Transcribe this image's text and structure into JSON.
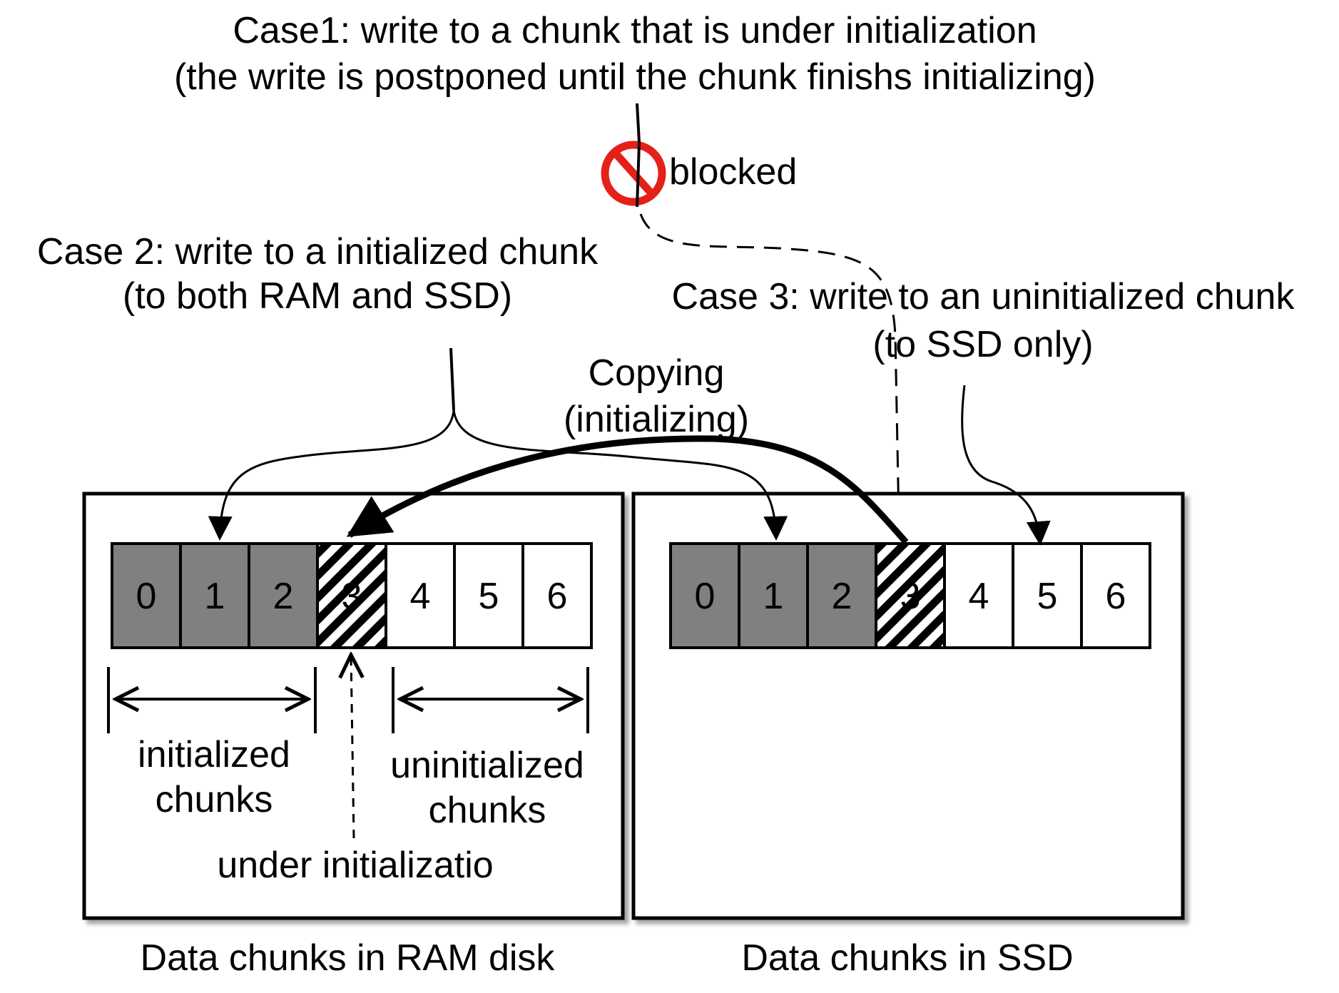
{
  "case1": {
    "line1": "Case1: write to a chunk that is under initialization",
    "line2": "(the write is postponed until the chunk finishs initializing)"
  },
  "blocked": {
    "label": "blocked",
    "icon": "no-entry-icon",
    "icon_color": "#e32119"
  },
  "case2": {
    "line1": "Case 2: write to a initialized chunk",
    "line2": "(to both RAM and SSD)"
  },
  "case3": {
    "line1": "Case 3: write to an uninitialized chunk",
    "line2": "(to SSD only)"
  },
  "copying": {
    "line1": "Copying",
    "line2": "(initializing)"
  },
  "ram_disk": {
    "caption": "Data chunks in RAM disk",
    "chunks": [
      {
        "label": "0",
        "state": "initialized"
      },
      {
        "label": "1",
        "state": "initialized"
      },
      {
        "label": "2",
        "state": "initialized"
      },
      {
        "label": "3",
        "state": "initializing"
      },
      {
        "label": "4",
        "state": "uninitialized"
      },
      {
        "label": "5",
        "state": "uninitialized"
      },
      {
        "label": "6",
        "state": "uninitialized"
      }
    ],
    "initialized_label": {
      "line1": "initialized",
      "line2": "chunks"
    },
    "uninitialized_label": {
      "line1": "uninitialized",
      "line2": "chunks"
    },
    "under_init_label": "under initializatio"
  },
  "ssd": {
    "caption": "Data chunks in SSD",
    "chunks": [
      {
        "label": "0",
        "state": "initialized"
      },
      {
        "label": "1",
        "state": "initialized"
      },
      {
        "label": "2",
        "state": "initialized"
      },
      {
        "label": "3",
        "state": "initializing"
      },
      {
        "label": "4",
        "state": "uninitialized"
      },
      {
        "label": "5",
        "state": "uninitialized"
      },
      {
        "label": "6",
        "state": "uninitialized"
      }
    ]
  },
  "colors": {
    "initialized": "#808080",
    "uninitialized": "#ffffff",
    "stroke": "#000000"
  }
}
